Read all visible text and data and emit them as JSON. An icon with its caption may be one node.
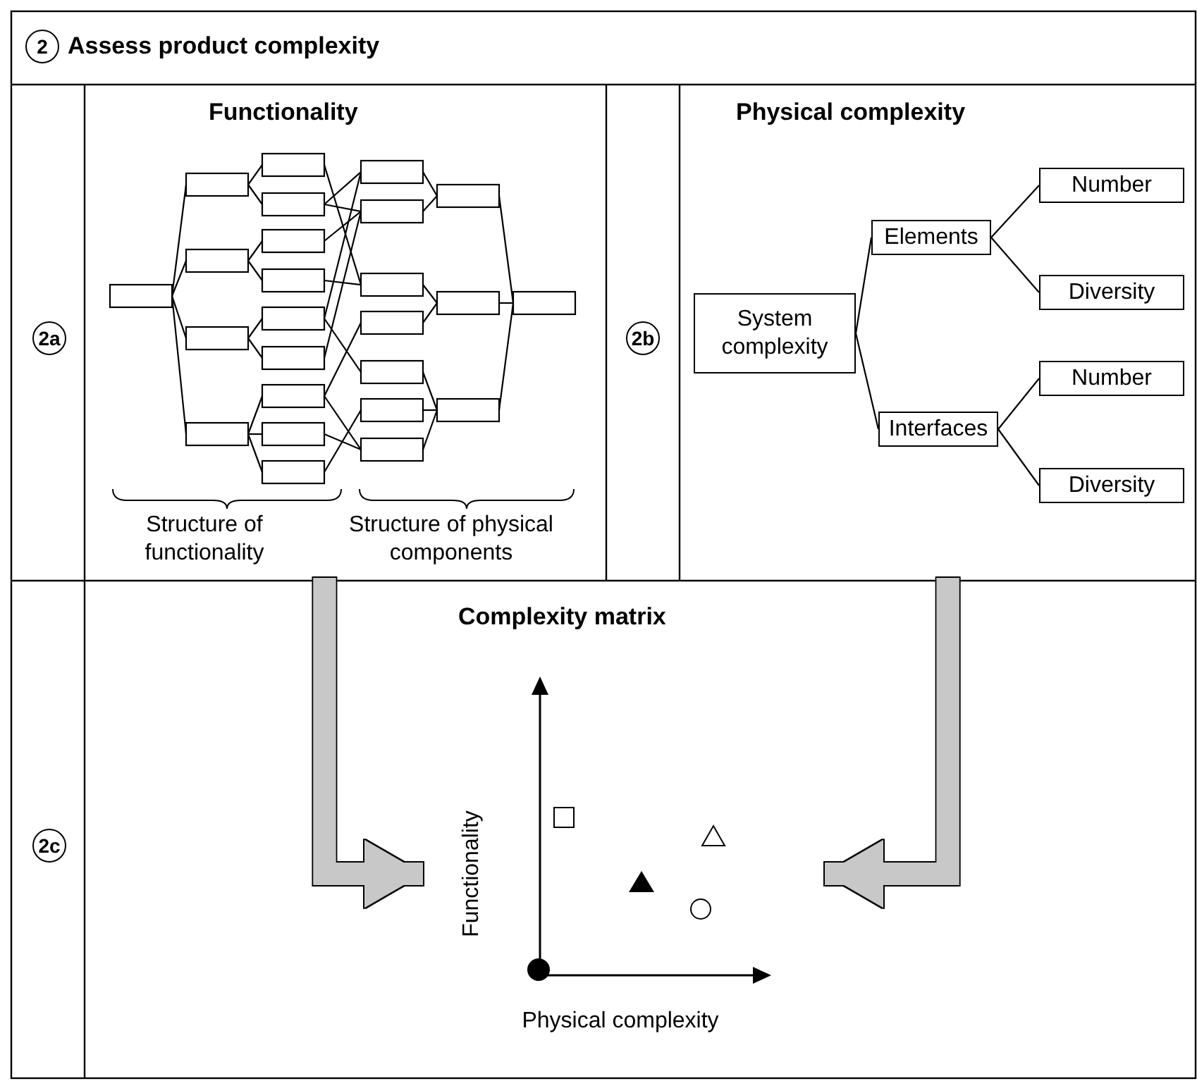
{
  "diagram": {
    "title": "Assess product complexity",
    "nodes": [
      {
        "text": [
          "Functionality"
        ]
      },
      {
        "text": [
          "Physical complexity"
        ]
      },
      {
        "text": [
          "Complexity matrix"
        ]
      },
      {
        "text": [
          "System complexity"
        ],
        "in": 1
      },
      {
        "text": [
          "Elements"
        ],
        "in": 1
      },
      {
        "text": [
          "Interfaces"
        ],
        "in": 1
      },
      {
        "text": [
          "Number"
        ],
        "in": 1
      },
      {
        "text": [
          "Diversity"
        ],
        "in": 1
      },
      {
        "text": [
          "Number"
        ],
        "in": 1
      },
      {
        "text": [
          "Diversity"
        ],
        "in": 1
      },
      {
        "text": [],
        "shape": "picture",
        "in": 2
      }
    ],
    "edges": [
      {
        "from": 3,
        "to": 4,
        "arrow": "none"
      },
      {
        "from": 3,
        "to": 5,
        "arrow": "none"
      },
      {
        "from": 4,
        "to": 6,
        "arrow": "none"
      },
      {
        "from": 4,
        "to": 7,
        "arrow": "none"
      },
      {
        "from": 5,
        "to": 8,
        "arrow": "none"
      },
      {
        "from": 5,
        "to": 9,
        "arrow": "none"
      },
      {
        "from": 0,
        "to": 10,
        "arrow": "to",
        "style": "thick",
        "color": "#c8c8c8"
      },
      {
        "from": 1,
        "to": 10,
        "arrow": "to",
        "style": "thick",
        "color": "#c8c8c8"
      }
    ],
    "labels": [
      "2",
      "2a",
      "2b",
      "Structure of functionality",
      "Structure of physical components",
      "2c",
      "Functionality",
      "Physical complexity"
    ]
  }
}
